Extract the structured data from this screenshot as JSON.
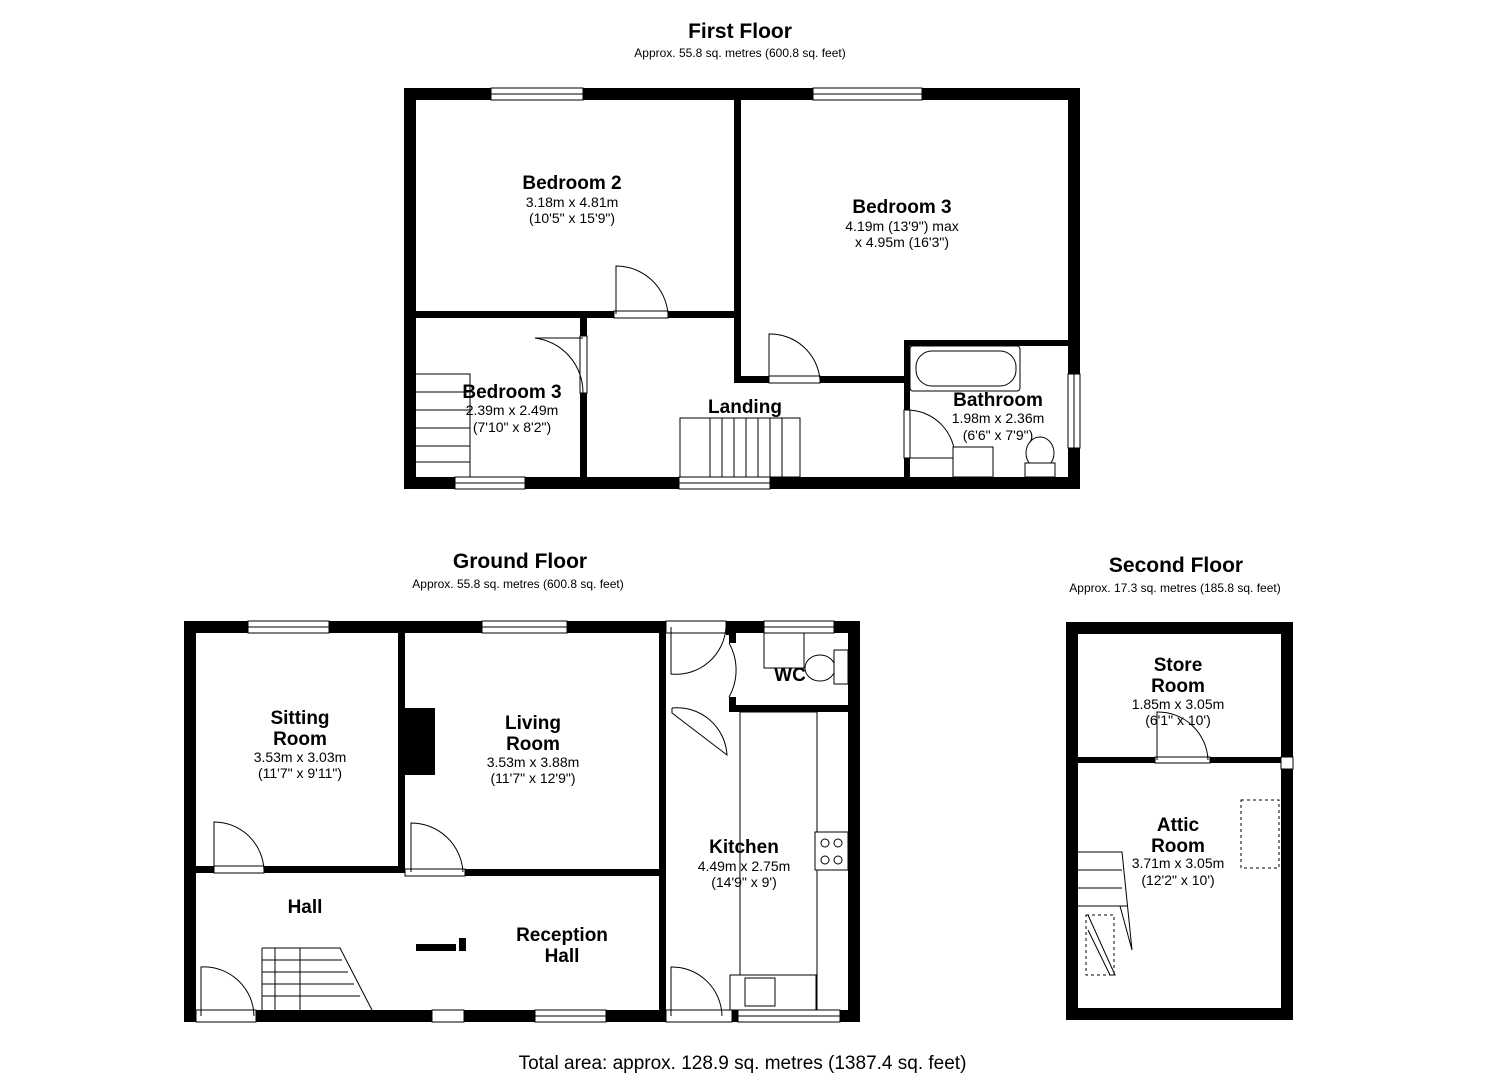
{
  "first_floor": {
    "title": "First Floor",
    "subtitle": "Approx. 55.8 sq. metres (600.8 sq. feet)",
    "rooms": {
      "bedroom2": {
        "name": "Bedroom 2",
        "dim1": "3.18m x 4.81m",
        "dim2": "(10'5\" x 15'9\")"
      },
      "bedroom3_large": {
        "name": "Bedroom 3",
        "dim1": "4.19m (13'9\") max",
        "dim2": "x 4.95m (16'3\")"
      },
      "bedroom3_small": {
        "name": "Bedroom 3",
        "dim1": "2.39m x 2.49m",
        "dim2": "(7'10\" x 8'2\")"
      },
      "landing": {
        "name": "Landing"
      },
      "bathroom": {
        "name": "Bathroom",
        "dim1": "1.98m x 2.36m",
        "dim2": "(6'6\" x 7'9\")"
      }
    }
  },
  "ground_floor": {
    "title": "Ground Floor",
    "subtitle": "Approx. 55.8 sq. metres (600.8 sq. feet)",
    "rooms": {
      "sitting": {
        "name1": "Sitting",
        "name2": "Room",
        "dim1": "3.53m x 3.03m",
        "dim2": "(11'7\" x 9'11\")"
      },
      "living": {
        "name1": "Living",
        "name2": "Room",
        "dim1": "3.53m x 3.88m",
        "dim2": "(11'7\" x 12'9\")"
      },
      "wc": {
        "name": "WC"
      },
      "kitchen": {
        "name": "Kitchen",
        "dim1": "4.49m x 2.75m",
        "dim2": "(14'9\" x 9')"
      },
      "hall": {
        "name": "Hall"
      },
      "reception": {
        "name1": "Reception",
        "name2": "Hall"
      }
    }
  },
  "second_floor": {
    "title": "Second Floor",
    "subtitle": "Approx. 17.3 sq. metres (185.8 sq. feet)",
    "rooms": {
      "store": {
        "name1": "Store",
        "name2": "Room",
        "dim1": "1.85m x 3.05m",
        "dim2": "(6'1\" x 10')"
      },
      "attic": {
        "name1": "Attic",
        "name2": "Room",
        "dim1": "3.71m x 3.05m",
        "dim2": "(12'2\" x 10')"
      }
    }
  },
  "total_area": "Total area: approx. 128.9 sq. metres (1387.4 sq. feet)"
}
